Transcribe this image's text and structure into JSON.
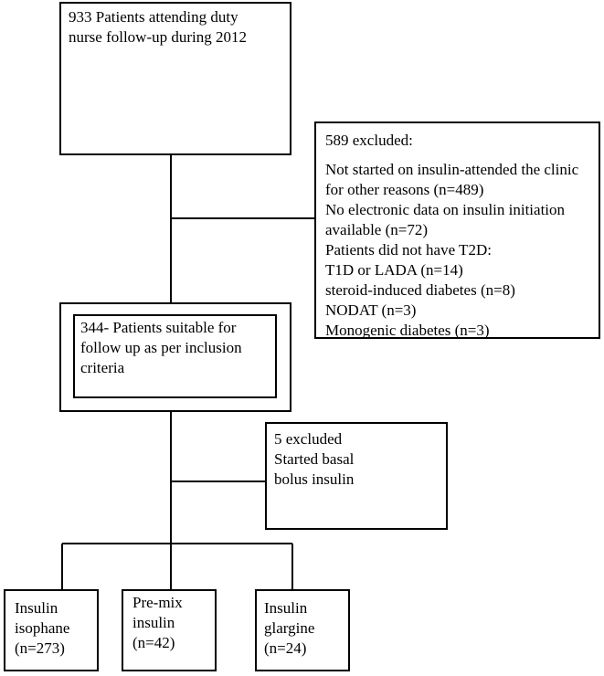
{
  "start": {
    "lines": [
      "933 Patients attending duty",
      "nurse follow-up  during 2012"
    ]
  },
  "exclusion1": {
    "title": "589 excluded:",
    "lines": [
      "Not started on insulin-attended the clinic",
      "for other reasons (n=489)",
      "No electronic data on insulin initiation",
      "available  (n=72)",
      "Patients did not have T2D:",
      "T1D or LADA (n=14)",
      "steroid-induced diabetes (n=8)",
      "NODAT (n=3)",
      "Monogenic diabetes (n=3)"
    ]
  },
  "suitable": {
    "lines": [
      "344- Patients suitable for",
      "follow up as per inclusion",
      "criteria"
    ]
  },
  "exclusion2": {
    "lines": [
      "5 excluded",
      "Started basal",
      "bolus insulin"
    ]
  },
  "outcomes": {
    "isophane": {
      "lines": [
        "Insulin",
        "isophane",
        "(n=273)"
      ]
    },
    "premix": {
      "lines": [
        "Pre-mix",
        "insulin",
        "(n=42)"
      ]
    },
    "glargine": {
      "lines": [
        "Insulin",
        "glargine",
        "(n=24)"
      ]
    }
  }
}
